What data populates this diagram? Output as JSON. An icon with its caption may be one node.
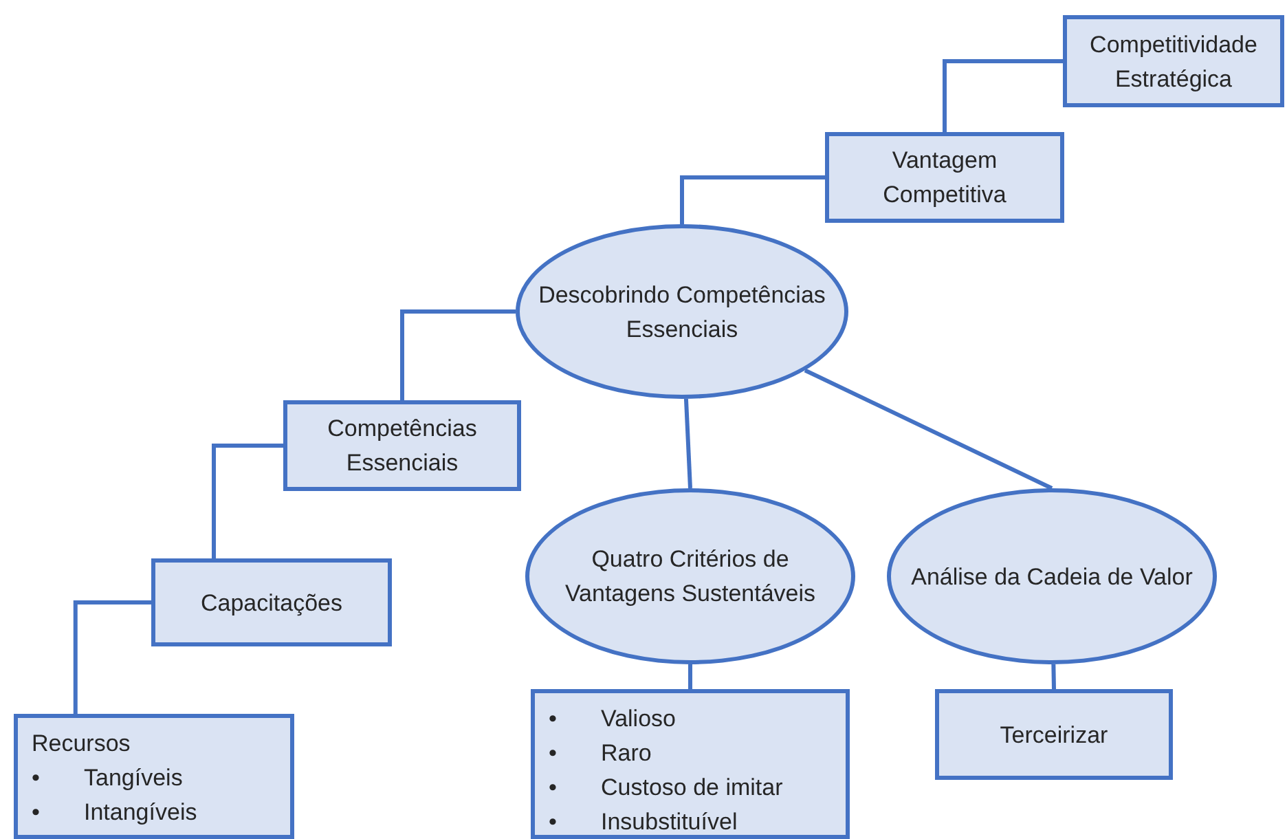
{
  "diagram": {
    "nodes": [
      {
        "text": [
          "Competitividade Estratégica"
        ]
      },
      {
        "text": [
          "Vantagem Competitiva"
        ]
      },
      {
        "text": [
          "Descobrindo Competências Essenciais"
        ]
      },
      {
        "text": [
          "Competências Essenciais"
        ]
      },
      {
        "text": [
          "Quatro Critérios de Vantagens Sustentáveis"
        ]
      },
      {
        "text": [
          "Análise da Cadeia de Valor"
        ]
      },
      {
        "text": [
          "Capacitações"
        ]
      },
      {
        "text": [
          "Recursos",
          "•\tTangíveis",
          "•\tIntangíveis"
        ]
      },
      {
        "text": [
          "•\tValioso",
          "•\tRaro",
          "•\tCustoso de imitar",
          "•\tInsubstituível"
        ]
      },
      {
        "text": [
          "Terceirizar"
        ]
      }
    ],
    "edges": [
      {
        "from": 1,
        "to": 0,
        "arrow": "none"
      },
      {
        "from": 2,
        "to": 1,
        "arrow": "none"
      },
      {
        "from": 2,
        "to": 3,
        "arrow": "none"
      },
      {
        "from": 3,
        "to": 6,
        "arrow": "none"
      },
      {
        "from": 6,
        "to": 7,
        "arrow": "none"
      },
      {
        "from": 2,
        "to": 4,
        "arrow": "none"
      },
      {
        "from": 2,
        "to": 5,
        "arrow": "none"
      },
      {
        "from": 4,
        "to": 8,
        "arrow": "none"
      },
      {
        "from": 5,
        "to": 9,
        "arrow": "none"
      }
    ]
  }
}
